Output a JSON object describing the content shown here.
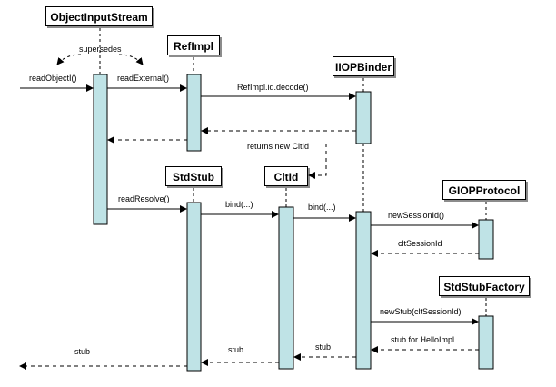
{
  "participants": {
    "object_input_stream": "ObjectInputStream",
    "ref_impl": "RefImpl",
    "iiop_binder": "IIOPBinder",
    "std_stub": "StdStub",
    "clt_id": "CltId",
    "giop_protocol": "GIOPProtocol",
    "std_stub_factory": "StdStubFactory"
  },
  "messages": {
    "supersedes": "supersedes",
    "read_object": "readObjectI()",
    "read_external": "readExternal()",
    "decode": "RefImpl.id.decode()",
    "returns_new_cltid": "returns new CltId",
    "read_resolve": "readResolve()",
    "bind_std_stub": "bind(...)",
    "bind_clt_id": "bind(...)",
    "new_session_id": "newSessionId()",
    "clt_session_id": "cltSessionId",
    "new_stub": "newStub(cltSessionId)",
    "stub_for_hello_impl": "stub for HelloImpl",
    "stub_return_1": "stub",
    "stub_return_2": "stub",
    "stub_return_3": "stub"
  },
  "colors": {
    "activation_fill": "#bfe3e6",
    "line": "#000000",
    "box_shadow": "#8c8c8c"
  }
}
